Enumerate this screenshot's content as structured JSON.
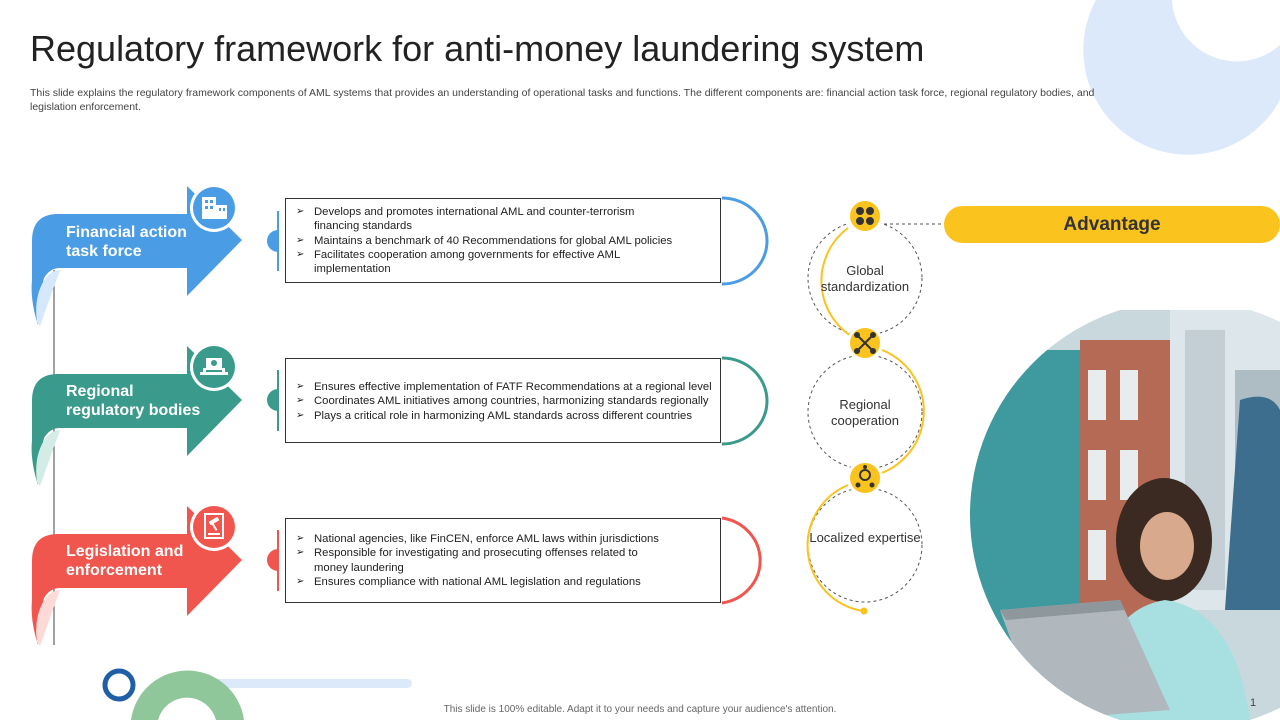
{
  "title": "Regulatory framework for anti-money laundering system",
  "subtitle": "This slide explains the regulatory framework components of AML systems that provides an understanding of operational tasks and functions. The different components are: financial action task force, regional regulatory bodies, and legislation enforcement.",
  "components": [
    {
      "label": "Financial action task force",
      "color": "#4a9de4",
      "icon": "building-icon",
      "bullets": [
        "Develops and promotes international AML and counter-terrorism financing standards",
        "Maintains a benchmark of 40 Recommendations for global AML policies",
        "Facilitates cooperation among governments for effective AML implementation"
      ]
    },
    {
      "label": "Regional regulatory bodies",
      "color": "#3a9a8b",
      "icon": "regulator-icon",
      "bullets": [
        "Ensures effective implementation of FATF Recommendations at a regional level",
        "Coordinates AML initiatives among countries, harmonizing standards regionally",
        "Plays a critical role in harmonizing AML standards across different countries"
      ]
    },
    {
      "label": "Legislation and enforcement",
      "color": "#f0564e",
      "icon": "gavel-icon",
      "bullets": [
        "National agencies, like FinCEN, enforce AML laws within jurisdictions",
        "Responsible for investigating and prosecuting offenses related to money laundering",
        "Ensures compliance with national AML legislation and regulations"
      ]
    }
  ],
  "advantage": {
    "label": "Advantage",
    "accent": "#fac31d",
    "items": [
      "Global standardization",
      "Regional cooperation",
      "Localized expertise"
    ]
  },
  "footer": "This slide is 100% editable. Adapt it to your needs and capture your audience's attention.",
  "page_number": "1"
}
